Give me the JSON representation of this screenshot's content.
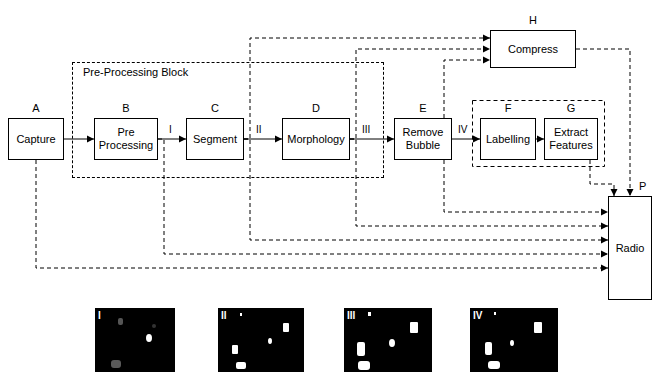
{
  "diagram": {
    "nodes": [
      {
        "text": [
          "A",
          "Capture"
        ]
      },
      {
        "text": [
          "Pre-Processing Block"
        ]
      },
      {
        "text": [
          "B",
          "Pre Processing"
        ],
        "in": 1
      },
      {
        "text": [
          "C",
          "Segment"
        ],
        "in": 1
      },
      {
        "text": [
          "D",
          "Morphology"
        ],
        "in": 1
      },
      {
        "text": [
          "E",
          "Remove Bubble"
        ]
      },
      {
        "text": [
          "F",
          "Labelling"
        ]
      },
      {
        "text": [
          "G",
          "Extract Features"
        ]
      },
      {
        "text": [
          "H",
          "Compress"
        ]
      },
      {
        "text": [
          "P",
          "Radio"
        ]
      }
    ],
    "edges": [
      {
        "from": 0,
        "to": 2,
        "arrow": "to"
      },
      {
        "from": 2,
        "to": 3,
        "label": "I",
        "arrow": "to"
      },
      {
        "from": 3,
        "to": 4,
        "label": "II",
        "arrow": "to"
      },
      {
        "from": 4,
        "to": 5,
        "label": "III",
        "arrow": "to"
      },
      {
        "from": 5,
        "to": 6,
        "label": "IV",
        "arrow": "to"
      },
      {
        "from": 6,
        "to": 7,
        "arrow": "to"
      },
      {
        "from": 3,
        "to": 8,
        "arrow": "to"
      },
      {
        "from": 4,
        "to": 8,
        "arrow": "to"
      },
      {
        "from": 5,
        "to": 8,
        "arrow": "to"
      },
      {
        "from": 0,
        "to": 9,
        "arrow": "to"
      },
      {
        "from": 2,
        "to": 9,
        "arrow": "to"
      },
      {
        "from": 3,
        "to": 9,
        "arrow": "to"
      },
      {
        "from": 4,
        "to": 9,
        "arrow": "to"
      },
      {
        "from": 5,
        "to": 9,
        "arrow": "to"
      },
      {
        "from": 7,
        "to": 9,
        "arrow": "to"
      },
      {
        "from": 8,
        "to": 9,
        "arrow": "to"
      }
    ],
    "labels": [
      "I",
      "II",
      "III",
      "IV"
    ]
  }
}
